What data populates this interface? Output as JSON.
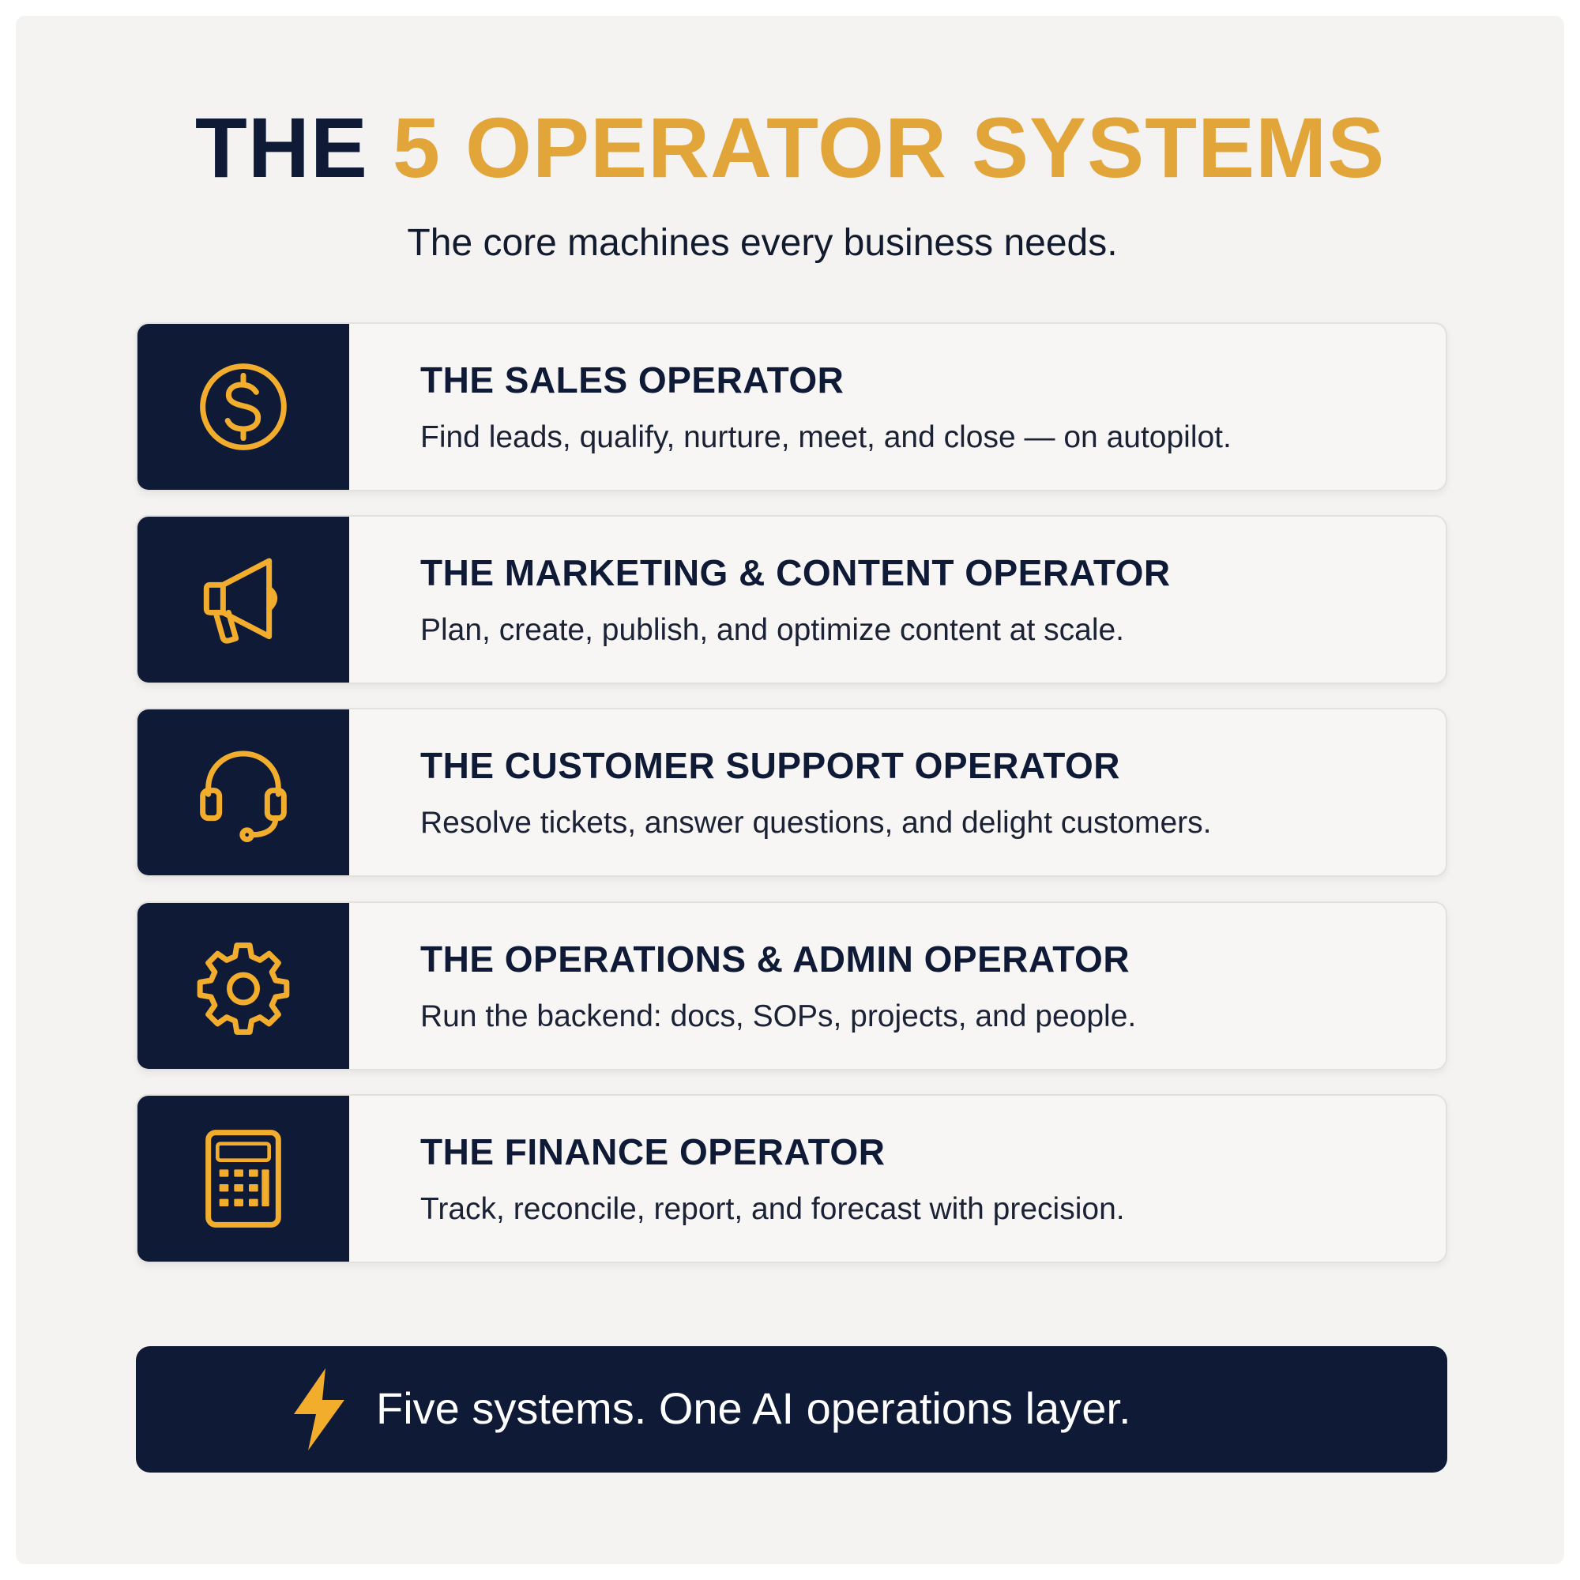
{
  "header": {
    "title_prefix": "THE ",
    "title_accent": "5 OPERATOR SYSTEMS",
    "subtitle": "The core machines every business needs."
  },
  "colors": {
    "navy": "#0e1a36",
    "gold": "#e2a53a",
    "panel_bg": "#f4f3f1"
  },
  "systems": [
    {
      "icon": "dollar-icon",
      "title": "THE SALES OPERATOR",
      "description": "Find leads, qualify, nurture, meet, and close — on autopilot."
    },
    {
      "icon": "megaphone-icon",
      "title": "THE MARKETING & CONTENT OPERATOR",
      "description": "Plan, create, publish, and optimize content at scale."
    },
    {
      "icon": "headset-icon",
      "title": "THE CUSTOMER SUPPORT OPERATOR",
      "description": "Resolve tickets, answer questions, and delight customers."
    },
    {
      "icon": "gear-icon",
      "title": "THE OPERATIONS & ADMIN OPERATOR",
      "description": "Run the backend: docs, SOPs, projects, and people."
    },
    {
      "icon": "calculator-icon",
      "title": "THE FINANCE OPERATOR",
      "description": "Track, reconcile, report, and forecast with precision."
    }
  ],
  "footer": {
    "icon": "lightning-bolt-icon",
    "text": "Five systems. One AI operations layer."
  }
}
